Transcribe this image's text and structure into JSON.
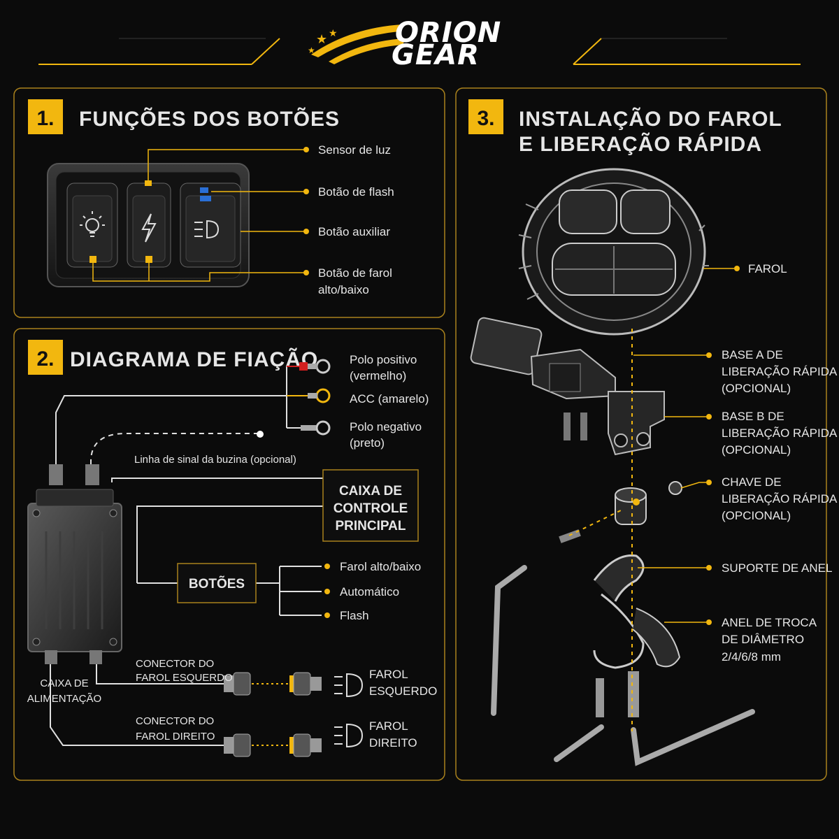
{
  "brand": {
    "line1": "ORION",
    "line2": "GEAR",
    "accent_color": "#f2b70f"
  },
  "colors": {
    "accent": "#f2b70f",
    "background": "#0b0b0b",
    "panel_border": "#a9811c",
    "wire_red": "#d21f1f",
    "led_blue": "#2a6fd6"
  },
  "section1": {
    "number": "1.",
    "title": "FUNÇÕES DOS BOTÕES",
    "callouts": {
      "light_sensor": "Sensor de luz",
      "flash_button": "Botão de flash",
      "aux_button": "Botão auxiliar",
      "beam_button_line1": "Botão de farol",
      "beam_button_line2": "alto/baixo"
    },
    "icons": [
      "bulb-icon",
      "bolt-icon",
      "headlight-icon"
    ]
  },
  "section2": {
    "number": "2.",
    "title": "DIAGRAMA DE FIAÇÃO",
    "positive_line1": "Polo positivo",
    "positive_line2": "(vermelho)",
    "acc": "ACC (amarelo)",
    "negative_line1": "Polo negativo",
    "negative_line2": "(preto)",
    "horn_line": "Linha de sinal da buzina (opcional)",
    "control_box": [
      "CAIXA DE",
      "CONTROLE",
      "PRINCIPAL"
    ],
    "buttons_box": "BOTÕES",
    "button_functions": [
      "Farol alto/baixo",
      "Automático",
      "Flash"
    ],
    "power_box_line1": "CAIXA DE",
    "power_box_line2": "ALIMENTAÇÃO",
    "left_connector_line1": "CONECTOR DO",
    "left_connector_line2": "FAROL ESQUERDO",
    "right_connector_line1": "CONECTOR DO",
    "right_connector_line2": "FAROL DIREITO",
    "left_lamp_line1": "FAROL",
    "left_lamp_line2": "ESQUERDO",
    "right_lamp_line1": "FAROL",
    "right_lamp_line2": "DIREITO"
  },
  "section3": {
    "number": "3.",
    "title_line1": "INSTALAÇÃO DO FAROL",
    "title_line2": "E LIBERAÇÃO RÁPIDA",
    "farol": "FAROL",
    "base_a": [
      "BASE A DE",
      "LIBERAÇÃO RÁPIDA",
      "(OPCIONAL)"
    ],
    "base_b": [
      "BASE B DE",
      "LIBERAÇÃO RÁPIDA",
      "(OPCIONAL)"
    ],
    "key": [
      "CHAVE DE",
      "LIBERAÇÃO RÁPIDA",
      "(OPCIONAL)"
    ],
    "ring_mount": "SUPORTE DE ANEL",
    "ring_swap": [
      "ANEL DE TROCA",
      "DE DIÂMETRO",
      "2/4/6/8 mm"
    ]
  }
}
